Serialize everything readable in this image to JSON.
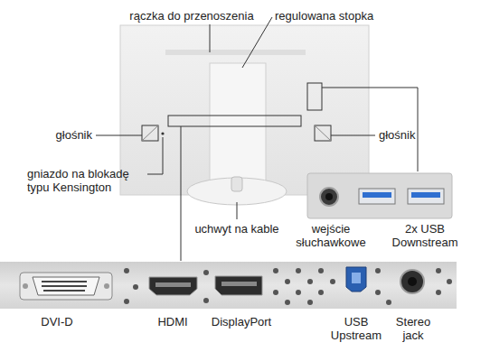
{
  "diagram": {
    "labels": [
      "rączka do przenoszenia",
      "regulowana stopka",
      "głośnik",
      "głośnik",
      "gniazdo na blokadę typu Kensington",
      "uchwyt na kable",
      "wejście słuchawkowe",
      "2x USB Downstream",
      "DVI-D",
      "HDMI",
      "DisplayPort",
      "USB Upstream",
      "Stereo jack"
    ]
  }
}
